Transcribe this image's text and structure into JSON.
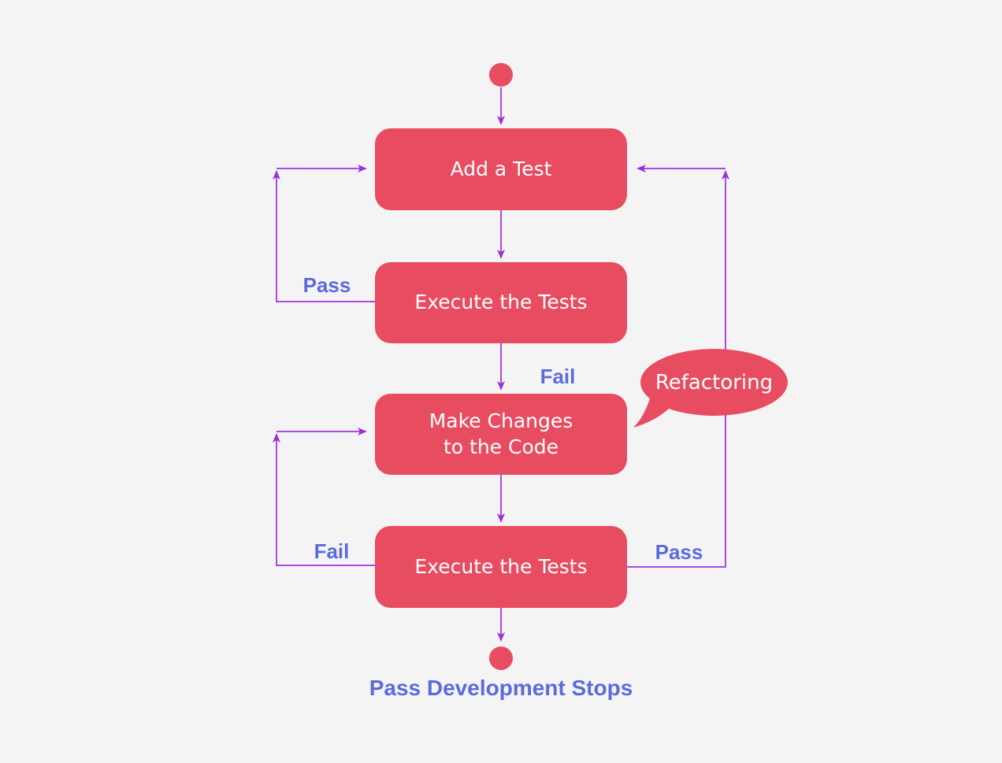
{
  "diagram": {
    "type": "flowchart",
    "background_color": "#f5f4f5",
    "node_color": "#e84c61",
    "node_text_color": "#ffffff",
    "connector_color": "#a94ae2",
    "arrowhead_color": "#9c2fd9",
    "edge_label_color": "#5b6bdb",
    "nodes": [
      {
        "id": "start",
        "type": "initial-state"
      },
      {
        "id": "add-a-test",
        "type": "activity",
        "label": "Add a Test"
      },
      {
        "id": "execute-the-tests-1",
        "type": "activity",
        "label": "Execute the Tests"
      },
      {
        "id": "make-changes-to-the-code",
        "type": "activity",
        "lines": [
          "Make Changes",
          "to the Code"
        ]
      },
      {
        "id": "execute-the-tests-2",
        "type": "activity",
        "label": "Execute the Tests"
      },
      {
        "id": "end",
        "type": "final-state"
      }
    ],
    "edge_labels": [
      {
        "id": "pass-loop-to-add-a-test",
        "label": "Pass"
      },
      {
        "id": "fail-into-make-changes",
        "label": "Fail"
      },
      {
        "id": "fail-loop-to-make-changes",
        "label": "Fail"
      },
      {
        "id": "pass-up-to-add-a-test",
        "label": "Pass"
      }
    ],
    "callout": {
      "label": "Refactoring"
    },
    "caption": "Pass Development Stops"
  }
}
